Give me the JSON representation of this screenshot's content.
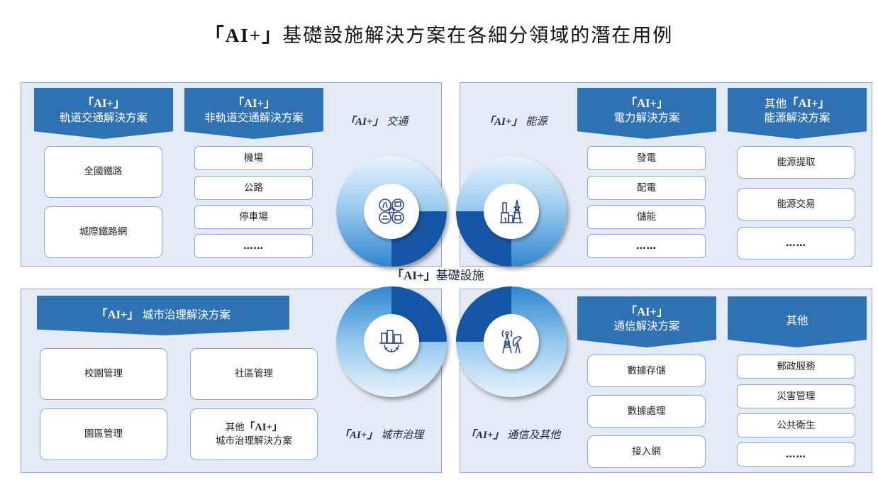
{
  "title": {
    "ai": "「AI+」",
    "rest": "基礎設施解決方案在各細分領域的潛在用例"
  },
  "center": {
    "ai": "「AI+」",
    "rest": "基礎設施"
  },
  "colors": {
    "banner": "#2f72b4",
    "panel": "#e4eaf6",
    "border": "#8ea9d6",
    "quadrant": "#1656a6",
    "gradient_light": "#eaf3fb",
    "gradient_dark": "#2f86cf"
  },
  "transport": {
    "label_ai": "「AI+」",
    "label_rest": " 交通",
    "icon": "transport-icon",
    "rail": {
      "line1": "「AI+」",
      "line2": "軌道交通解決方案",
      "items": [
        "全國鐵路",
        "城際鐵路網"
      ]
    },
    "nonrail": {
      "line1": "「AI+」",
      "line2": "非軌道交通解決方案",
      "items": [
        "機場",
        "公路",
        "停車場",
        "……"
      ]
    }
  },
  "energy": {
    "label_ai": "「AI+」",
    "label_rest": " 能源",
    "icon": "power-plant-icon",
    "power": {
      "line1": "「AI+」",
      "line2": "電力解決方案",
      "items": [
        "發電",
        "配電",
        "儲能",
        "……"
      ]
    },
    "other": {
      "line1a": "其他",
      "line1": "「AI+」",
      "line2": "能源解決方案",
      "items": [
        "能源提取",
        "能源交易",
        "……"
      ]
    }
  },
  "city": {
    "label_ai": "「AI+」",
    "label_rest": " 城市治理",
    "icon": "city-gear-icon",
    "banner": {
      "ai": "「AI+」",
      "rest": " 城市治理解決方案"
    },
    "items": [
      "校園管理",
      "社區管理",
      "園區管理"
    ],
    "other_item": {
      "line1a": "其他",
      "line1": "「AI+」",
      "line2": "城市治理解決方案"
    }
  },
  "telecom": {
    "label_ai": "「AI+」",
    "label_rest": " 通信及其他",
    "icon": "telecom-tower-icon",
    "comm": {
      "line1": "「AI+」",
      "line2": "通信解決方案",
      "items": [
        "數據存儲",
        "數據處理",
        "接入網"
      ]
    },
    "others": {
      "label": "其他",
      "items": [
        "郵政服務",
        "災害管理",
        "公共衛生",
        "……"
      ]
    }
  }
}
